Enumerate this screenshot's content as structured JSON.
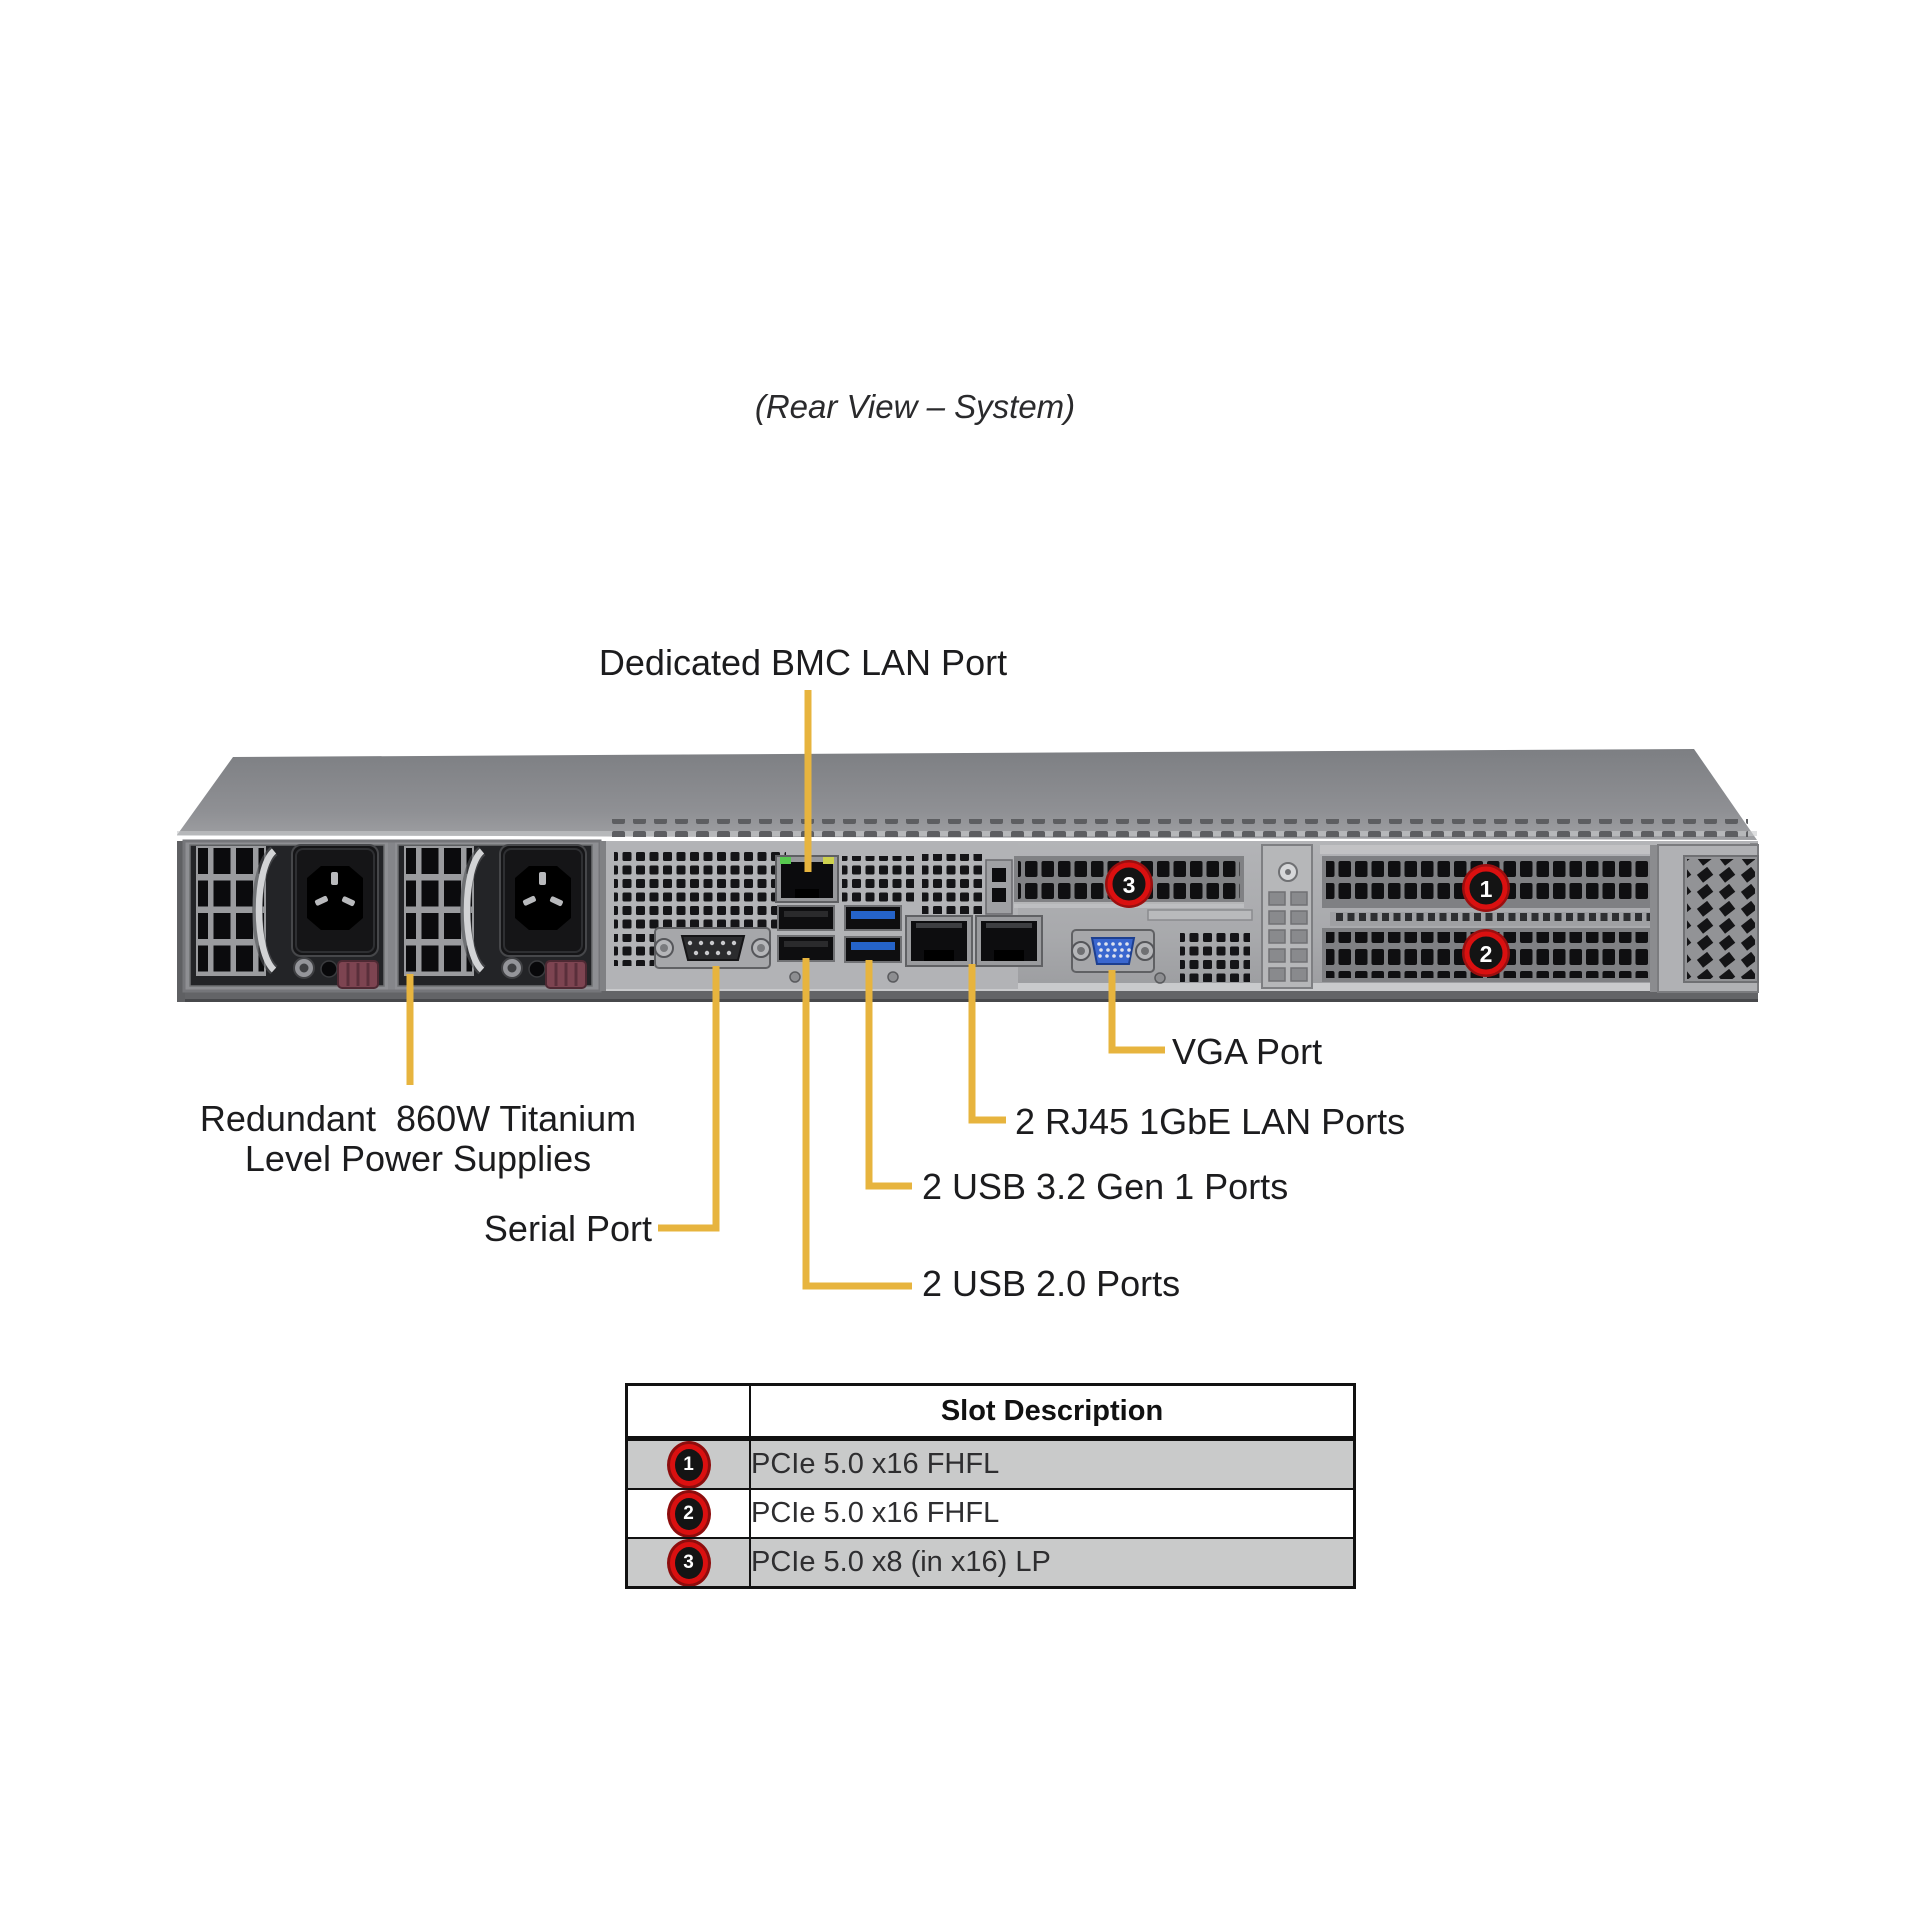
{
  "title": "(Rear View – System)",
  "labels": {
    "bmc": "Dedicated BMC LAN Port",
    "psu_line1": "Redundant  860W Titanium",
    "psu_line2": "Level Power Supplies",
    "serial": "Serial Port",
    "vga": "VGA Port",
    "lan": "2 RJ45 1GbE LAN Ports",
    "usb3": "2 USB 3.2 Gen 1 Ports",
    "usb2": "2 USB 2.0 Ports"
  },
  "badges": {
    "slot1": "1",
    "slot2": "2",
    "slot3": "3"
  },
  "table": {
    "header": "Slot Description",
    "rows": [
      {
        "num": "1",
        "desc": "PCIe 5.0 x16 FHFL"
      },
      {
        "num": "2",
        "desc": "PCIe 5.0 x16 FHFL"
      },
      {
        "num": "3",
        "desc": "PCIe 5.0 x8 (in x16) LP"
      }
    ]
  },
  "colors": {
    "callout": "#e7b43e",
    "badge_ring": "#da1010",
    "row_gray": "#c9caca"
  }
}
